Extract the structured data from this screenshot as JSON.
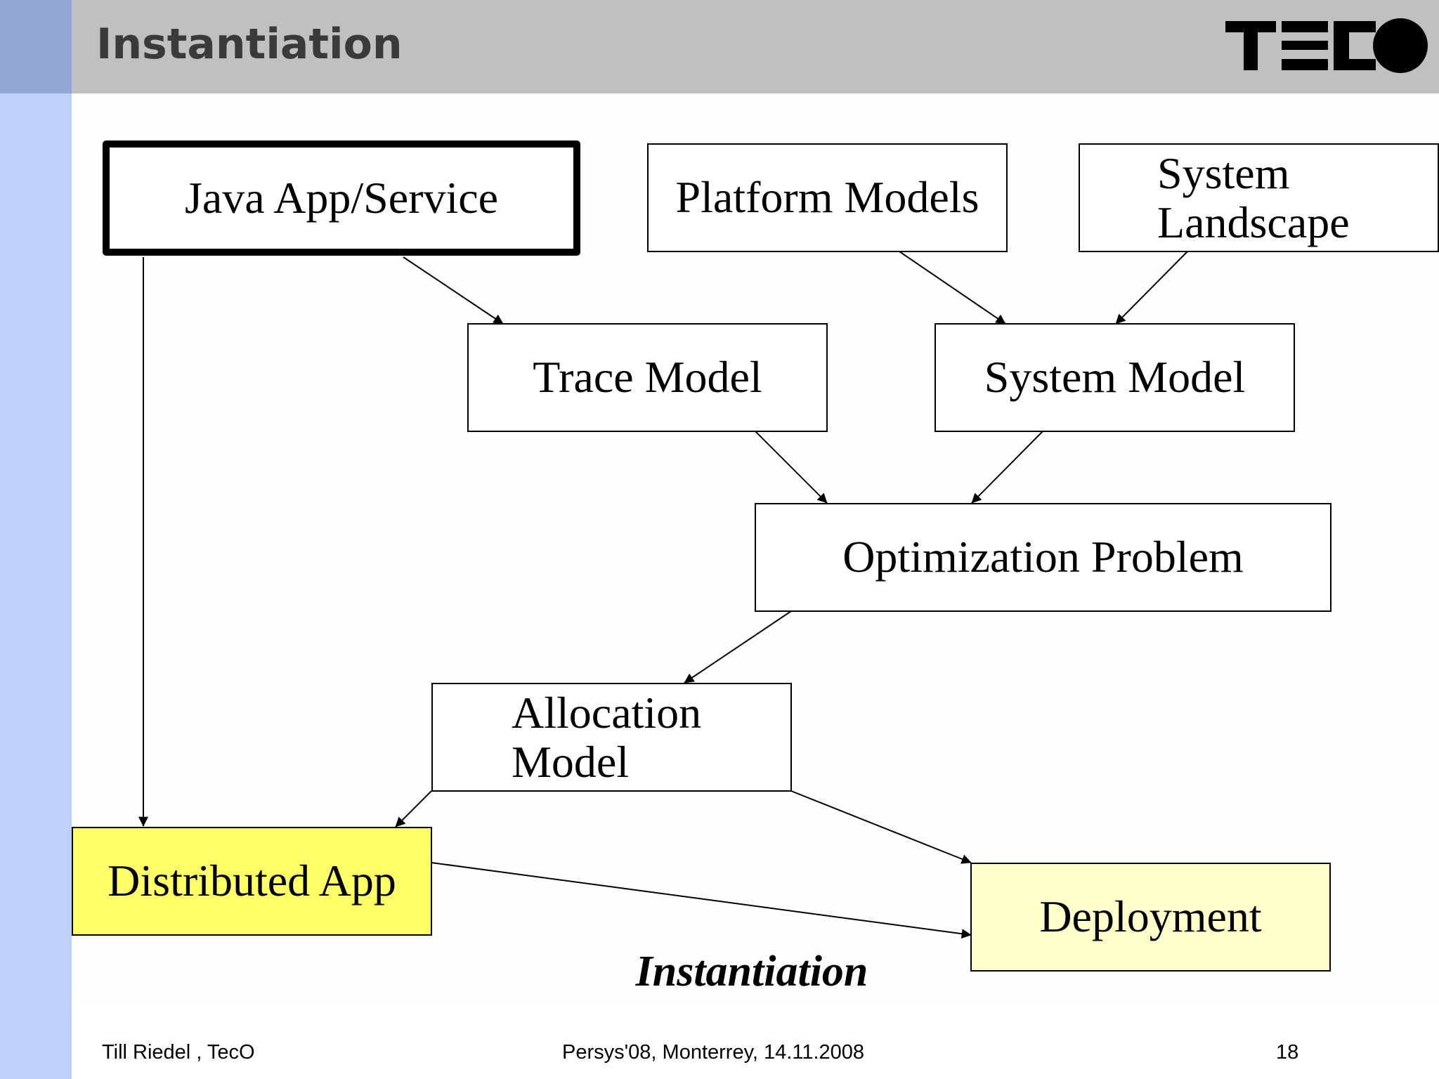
{
  "header": {
    "title": "Instantiation"
  },
  "logo": {
    "alt": "TECO",
    "icon": "teco-logo"
  },
  "diagram": {
    "nodes": {
      "java_app": "Java App/Service",
      "platform_models": "Platform Models",
      "system_landscape": "System Landscape",
      "trace_model": "Trace Model",
      "system_model": "System Model",
      "optimization_problem": "Optimization Problem",
      "allocation_model": "Allocation Model",
      "distributed_app": "Distributed App",
      "deployment": "Deployment"
    },
    "edges": [
      [
        "java_app",
        "trace_model"
      ],
      [
        "java_app",
        "distributed_app"
      ],
      [
        "platform_models",
        "system_model"
      ],
      [
        "system_landscape",
        "system_model"
      ],
      [
        "trace_model",
        "optimization_problem"
      ],
      [
        "system_model",
        "optimization_problem"
      ],
      [
        "optimization_problem",
        "allocation_model"
      ],
      [
        "allocation_model",
        "distributed_app"
      ],
      [
        "allocation_model",
        "deployment"
      ],
      [
        "distributed_app",
        "deployment"
      ]
    ],
    "colors": {
      "distributed_app_fill": "#ffff66",
      "deployment_fill": "#ffffcc"
    },
    "caption": "Instantiation"
  },
  "footer": {
    "author": "Till Riedel , TecO",
    "event": "Persys'08, Monterrey, 14.11.2008",
    "page_number": "18"
  }
}
